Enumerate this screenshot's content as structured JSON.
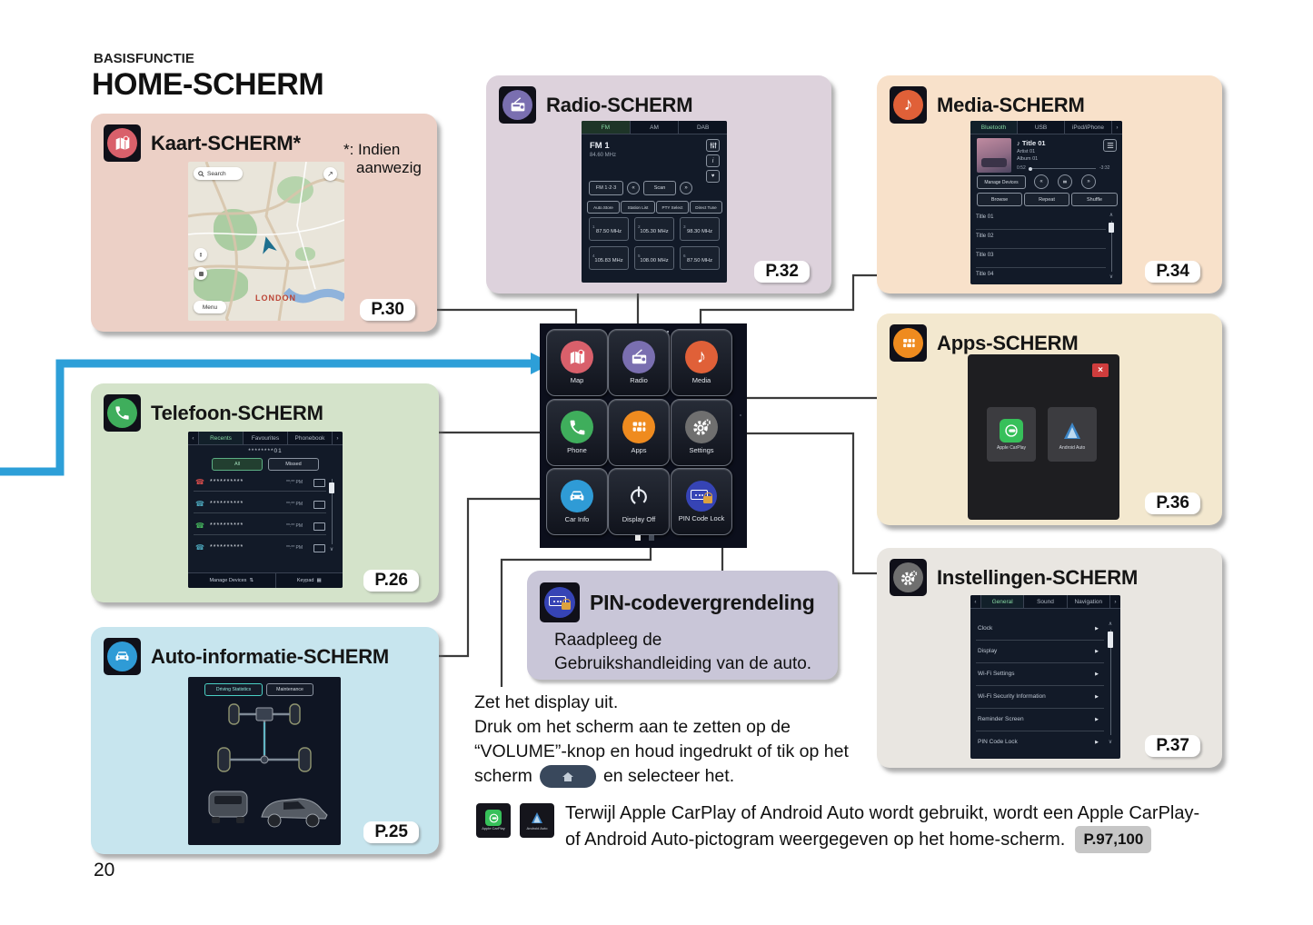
{
  "page": {
    "eyebrow": "BASISFUNCTIE",
    "title": "HOME-SCHERM",
    "number": "20"
  },
  "icons": {
    "chevron_right": "›",
    "chevron_left": "‹",
    "close": "×",
    "rewind": "«",
    "forward": "»",
    "pause": "▮▮",
    "info": "i",
    "heart": "♥",
    "row_arrow": "▶",
    "up": "∧",
    "down": "∨",
    "phone": "☎",
    "updown": "⇅",
    "keypad": "▦",
    "expand": "↗",
    "note": "♪",
    "tri_up": "▲",
    "tri_down": "▼"
  },
  "colors": {
    "arrow_blue": "#2d9fd8",
    "panel_kaart": "#ecd0c6",
    "panel_radio": "#ddd2dc",
    "panel_media": "#f8e1ca",
    "panel_apps": "#f3e8cf",
    "panel_telefoon": "#d4e3ca",
    "panel_auto": "#c7e5ee",
    "panel_instellingen": "#e9e6e1",
    "panel_pin": "#c9c6d8",
    "screen_bg": "#121a28",
    "tab_active_green": "#86d7a2",
    "wire": "#3b3b3b"
  },
  "panels": {
    "kaart": {
      "title": "Kaart-SCHERM*",
      "note1": "*: Indien",
      "note2": "aanwezig",
      "ref": "P.30",
      "shot": {
        "search": "Search",
        "menu": "Menu",
        "city": "LONDON"
      }
    },
    "radio": {
      "title": "Radio-SCHERM",
      "ref": "P.32",
      "shot": {
        "tabs": [
          "FM",
          "AM",
          "DAB"
        ],
        "station": "FM 1",
        "freq": "84.60 MHz",
        "band": "FM 1·2·3",
        "scan": "Scan",
        "soft": [
          "Auto.Store",
          "Station List",
          "PTY Select",
          "Direct Tune"
        ],
        "presets": [
          {
            "n": "1",
            "f": "87.50 MHz"
          },
          {
            "n": "2",
            "f": "105.30 MHz"
          },
          {
            "n": "3",
            "f": "98.30 MHz"
          },
          {
            "n": "4",
            "f": "105.83 MHz"
          },
          {
            "n": "5",
            "f": "108.00 MHz"
          },
          {
            "n": "6",
            "f": "87.50 MHz"
          }
        ]
      }
    },
    "media": {
      "title": "Media-SCHERM",
      "ref": "P.34",
      "shot": {
        "tabs": [
          "Bluetooth",
          "USB",
          "iPod/iPhone"
        ],
        "song": "Title 01",
        "artist": "Artist 01",
        "album": "Album 01",
        "t1": "0:52",
        "t2": "-3:32",
        "manage": "Manage Devices",
        "browse": "Browse",
        "repeat": "Repeat",
        "shuffle": "Shuffle",
        "list": [
          "Title 01",
          "Title 02",
          "Title 03",
          "Title 04"
        ]
      }
    },
    "telefoon": {
      "title": "Telefoon-SCHERM",
      "ref": "P.26",
      "shot": {
        "tabs": [
          "Recents",
          "Favourites",
          "Phonebook"
        ],
        "device": "********01",
        "all": "All",
        "missed": "Missed",
        "rows": [
          {
            "num": "**********",
            "time": "**:** PM"
          },
          {
            "num": "**********",
            "time": "**:** PM"
          },
          {
            "num": "**********",
            "time": "**:** PM"
          },
          {
            "num": "**********",
            "time": "**:** PM"
          }
        ],
        "manage": "Manage Devices",
        "keypad": "Keypad"
      }
    },
    "apps": {
      "title": "Apps-SCHERM",
      "ref": "P.36",
      "shot": {
        "apps": [
          "Apple CarPlay",
          "Android Auto"
        ]
      }
    },
    "auto": {
      "title": "Auto-informatie-SCHERM",
      "ref": "P.25",
      "shot": {
        "tabs": [
          "Driving Statistics",
          "Maintenance"
        ]
      }
    },
    "instellingen": {
      "title": "Instellingen-SCHERM",
      "ref": "P.37",
      "shot": {
        "tabs": [
          "General",
          "Sound",
          "Navigation"
        ],
        "items": [
          "Clock",
          "Display",
          "Wi-Fi Settings",
          "Wi-Fi Security Information",
          "Reminder Screen",
          "PIN Code Lock"
        ]
      }
    },
    "pin": {
      "title": "PIN-codevergrendeling",
      "body1": "Raadpleeg de",
      "body2": "Gebruikshandleiding van de auto."
    }
  },
  "home": {
    "tiles": [
      {
        "label": "Map"
      },
      {
        "label": "Radio"
      },
      {
        "label": "Media"
      },
      {
        "label": "Phone"
      },
      {
        "label": "Apps"
      },
      {
        "label": "Settings"
      },
      {
        "label": "Car Info"
      },
      {
        "label": "Display Off"
      },
      {
        "label": "PIN Code Lock"
      }
    ]
  },
  "display_note": {
    "l1": "Zet het display uit.",
    "l2": "Druk om het scherm aan te zetten op de",
    "l3": "“VOLUME”-knop en houd ingedrukt of tik op het",
    "l4a": "scherm",
    "l4b": "en selecteer het."
  },
  "carplay_note": {
    "l1": "Terwijl Apple CarPlay of Android Auto wordt gebruikt, wordt een Apple CarPlay-",
    "l2": "of Android Auto-pictogram weergegeven op het home-scherm.",
    "ref": "P.97,100",
    "tiles": [
      "Apple CarPlay",
      "Android Auto"
    ]
  }
}
